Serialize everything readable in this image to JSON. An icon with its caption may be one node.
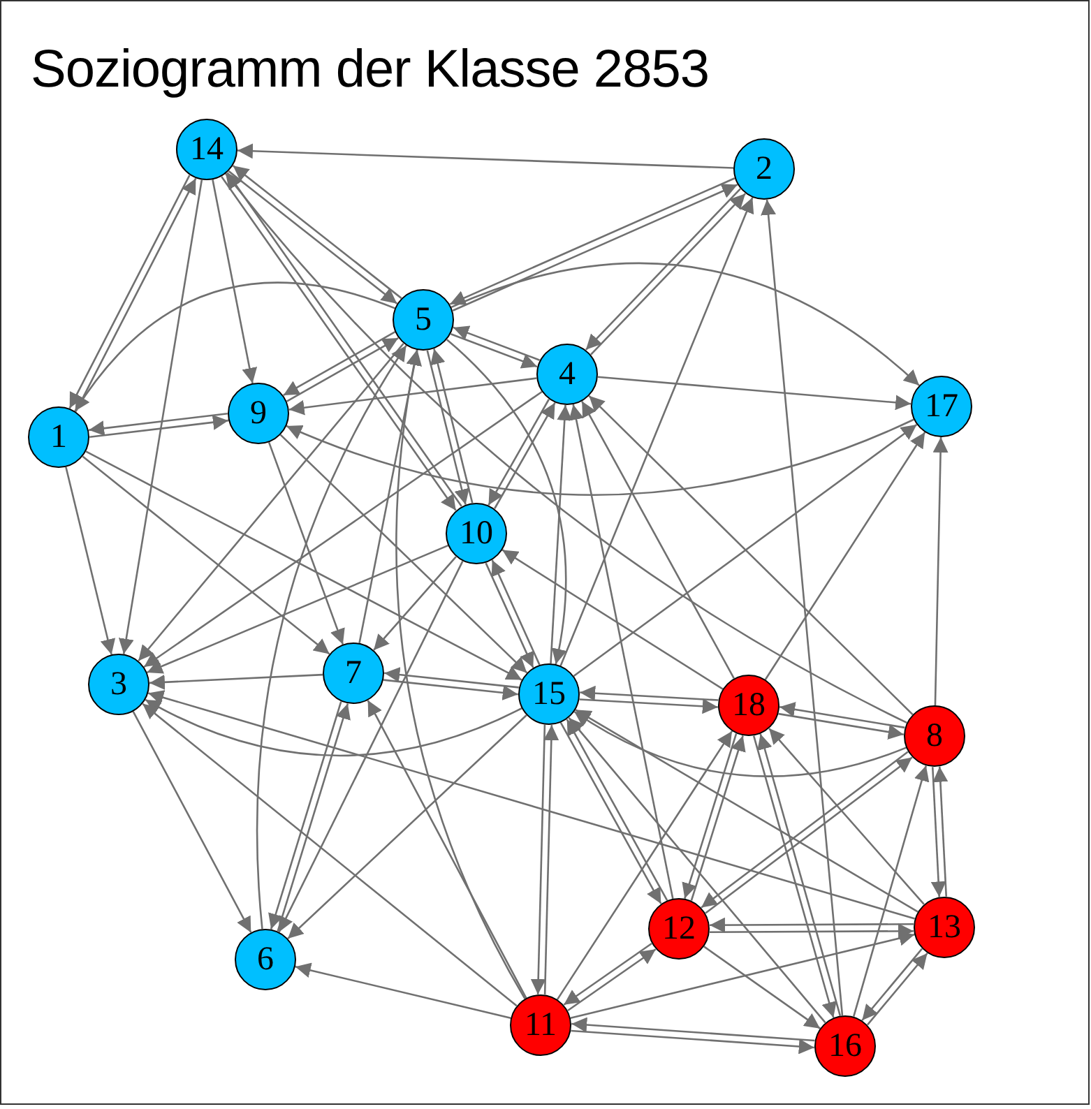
{
  "diagram": {
    "title": "Soziogramm der Klasse 2853",
    "nodes": [
      {
        "text": [
          "14"
        ]
      },
      {
        "text": [
          "2"
        ]
      },
      {
        "text": [
          "5"
        ]
      },
      {
        "text": [
          "4"
        ]
      },
      {
        "text": [
          "1"
        ]
      },
      {
        "text": [
          "9"
        ]
      },
      {
        "text": [
          "17"
        ]
      },
      {
        "text": [
          "10"
        ]
      },
      {
        "text": [
          "3"
        ]
      },
      {
        "text": [
          "7"
        ]
      },
      {
        "text": [
          "15"
        ]
      },
      {
        "text": [
          "18"
        ]
      },
      {
        "text": [
          "8"
        ]
      },
      {
        "text": [
          "12"
        ]
      },
      {
        "text": [
          "13"
        ]
      },
      {
        "text": [
          "6"
        ]
      },
      {
        "text": [
          "11"
        ]
      },
      {
        "text": [
          "16"
        ]
      }
    ],
    "edges": [
      {
        "from": 1,
        "to": 0,
        "arrow": "to"
      },
      {
        "from": 0,
        "to": 4,
        "arrow": "to"
      },
      {
        "from": 4,
        "to": 0,
        "arrow": "to"
      },
      {
        "from": 0,
        "to": 5,
        "arrow": "to"
      },
      {
        "from": 2,
        "to": 0,
        "arrow": "to"
      },
      {
        "from": 0,
        "to": 2,
        "arrow": "to"
      },
      {
        "from": 7,
        "to": 0,
        "arrow": "to"
      },
      {
        "from": 0,
        "to": 7,
        "arrow": "to"
      },
      {
        "from": 0,
        "to": 8,
        "arrow": "to"
      },
      {
        "from": 1,
        "to": 2,
        "arrow": "to"
      },
      {
        "from": 2,
        "to": 1,
        "arrow": "to"
      },
      {
        "from": 1,
        "to": 3,
        "arrow": "to"
      },
      {
        "from": 3,
        "to": 1,
        "arrow": "to"
      },
      {
        "from": 10,
        "to": 1,
        "arrow": "to"
      },
      {
        "from": 17,
        "to": 1,
        "arrow": "to"
      },
      {
        "from": 4,
        "to": 5,
        "arrow": "to"
      },
      {
        "from": 5,
        "to": 4,
        "arrow": "to"
      },
      {
        "from": 2,
        "to": 4,
        "arrow": "to"
      },
      {
        "from": 3,
        "to": 5,
        "arrow": "to"
      },
      {
        "from": 6,
        "to": 5,
        "arrow": "to"
      },
      {
        "from": 5,
        "to": 2,
        "arrow": "to"
      },
      {
        "from": 2,
        "to": 5,
        "arrow": "to"
      },
      {
        "from": 2,
        "to": 6,
        "arrow": "to"
      },
      {
        "from": 3,
        "to": 6,
        "arrow": "to"
      },
      {
        "from": 10,
        "to": 6,
        "arrow": "to"
      },
      {
        "from": 11,
        "to": 6,
        "arrow": "to"
      },
      {
        "from": 12,
        "to": 6,
        "arrow": "to"
      },
      {
        "from": 2,
        "to": 3,
        "arrow": "to"
      },
      {
        "from": 3,
        "to": 2,
        "arrow": "to"
      },
      {
        "from": 2,
        "to": 7,
        "arrow": "to"
      },
      {
        "from": 7,
        "to": 2,
        "arrow": "to"
      },
      {
        "from": 3,
        "to": 7,
        "arrow": "to"
      },
      {
        "from": 7,
        "to": 3,
        "arrow": "to"
      },
      {
        "from": 10,
        "to": 3,
        "arrow": "to"
      },
      {
        "from": 13,
        "to": 3,
        "arrow": "to"
      },
      {
        "from": 11,
        "to": 3,
        "arrow": "to"
      },
      {
        "from": 16,
        "to": 2,
        "arrow": "to"
      },
      {
        "from": 15,
        "to": 2,
        "arrow": "to"
      },
      {
        "from": 9,
        "to": 2,
        "arrow": "to"
      },
      {
        "from": 4,
        "to": 8,
        "arrow": "to"
      },
      {
        "from": 2,
        "to": 8,
        "arrow": "to"
      },
      {
        "from": 3,
        "to": 8,
        "arrow": "to"
      },
      {
        "from": 7,
        "to": 8,
        "arrow": "to"
      },
      {
        "from": 9,
        "to": 8,
        "arrow": "to"
      },
      {
        "from": 10,
        "to": 8,
        "arrow": "to"
      },
      {
        "from": 14,
        "to": 8,
        "arrow": "to"
      },
      {
        "from": 16,
        "to": 8,
        "arrow": "to"
      },
      {
        "from": 4,
        "to": 9,
        "arrow": "to"
      },
      {
        "from": 5,
        "to": 9,
        "arrow": "to"
      },
      {
        "from": 7,
        "to": 9,
        "arrow": "to"
      },
      {
        "from": 10,
        "to": 9,
        "arrow": "to"
      },
      {
        "from": 9,
        "to": 10,
        "arrow": "to"
      },
      {
        "from": 16,
        "to": 9,
        "arrow": "to"
      },
      {
        "from": 4,
        "to": 10,
        "arrow": "to"
      },
      {
        "from": 5,
        "to": 10,
        "arrow": "to"
      },
      {
        "from": 2,
        "to": 10,
        "arrow": "to"
      },
      {
        "from": 7,
        "to": 10,
        "arrow": "to"
      },
      {
        "from": 10,
        "to": 7,
        "arrow": "to"
      },
      {
        "from": 11,
        "to": 7,
        "arrow": "to"
      },
      {
        "from": 8,
        "to": 15,
        "arrow": "to"
      },
      {
        "from": 9,
        "to": 15,
        "arrow": "to"
      },
      {
        "from": 15,
        "to": 9,
        "arrow": "to"
      },
      {
        "from": 10,
        "to": 15,
        "arrow": "to"
      },
      {
        "from": 16,
        "to": 15,
        "arrow": "to"
      },
      {
        "from": 7,
        "to": 15,
        "arrow": "to"
      },
      {
        "from": 10,
        "to": 11,
        "arrow": "to"
      },
      {
        "from": 11,
        "to": 10,
        "arrow": "to"
      },
      {
        "from": 12,
        "to": 10,
        "arrow": "to"
      },
      {
        "from": 13,
        "to": 10,
        "arrow": "to"
      },
      {
        "from": 10,
        "to": 13,
        "arrow": "to"
      },
      {
        "from": 14,
        "to": 10,
        "arrow": "to"
      },
      {
        "from": 16,
        "to": 10,
        "arrow": "to"
      },
      {
        "from": 10,
        "to": 16,
        "arrow": "to"
      },
      {
        "from": 17,
        "to": 10,
        "arrow": "to"
      },
      {
        "from": 11,
        "to": 12,
        "arrow": "to"
      },
      {
        "from": 12,
        "to": 11,
        "arrow": "to"
      },
      {
        "from": 13,
        "to": 11,
        "arrow": "to"
      },
      {
        "from": 11,
        "to": 13,
        "arrow": "to"
      },
      {
        "from": 17,
        "to": 11,
        "arrow": "to"
      },
      {
        "from": 11,
        "to": 17,
        "arrow": "to"
      },
      {
        "from": 14,
        "to": 11,
        "arrow": "to"
      },
      {
        "from": 16,
        "to": 11,
        "arrow": "to"
      },
      {
        "from": 12,
        "to": 3,
        "arrow": "to"
      },
      {
        "from": 12,
        "to": 13,
        "arrow": "to"
      },
      {
        "from": 13,
        "to": 12,
        "arrow": "to"
      },
      {
        "from": 12,
        "to": 14,
        "arrow": "to"
      },
      {
        "from": 14,
        "to": 12,
        "arrow": "to"
      },
      {
        "from": 17,
        "to": 12,
        "arrow": "to"
      },
      {
        "from": 14,
        "to": 13,
        "arrow": "to"
      },
      {
        "from": 13,
        "to": 14,
        "arrow": "to"
      },
      {
        "from": 16,
        "to": 14,
        "arrow": "to"
      },
      {
        "from": 13,
        "to": 17,
        "arrow": "to"
      },
      {
        "from": 14,
        "to": 17,
        "arrow": "to"
      },
      {
        "from": 17,
        "to": 14,
        "arrow": "to"
      },
      {
        "from": 16,
        "to": 13,
        "arrow": "to"
      },
      {
        "from": 13,
        "to": 16,
        "arrow": "to"
      },
      {
        "from": 16,
        "to": 17,
        "arrow": "to"
      },
      {
        "from": 17,
        "to": 16,
        "arrow": "to"
      },
      {
        "from": 12,
        "to": 0,
        "arrow": "to"
      }
    ]
  }
}
